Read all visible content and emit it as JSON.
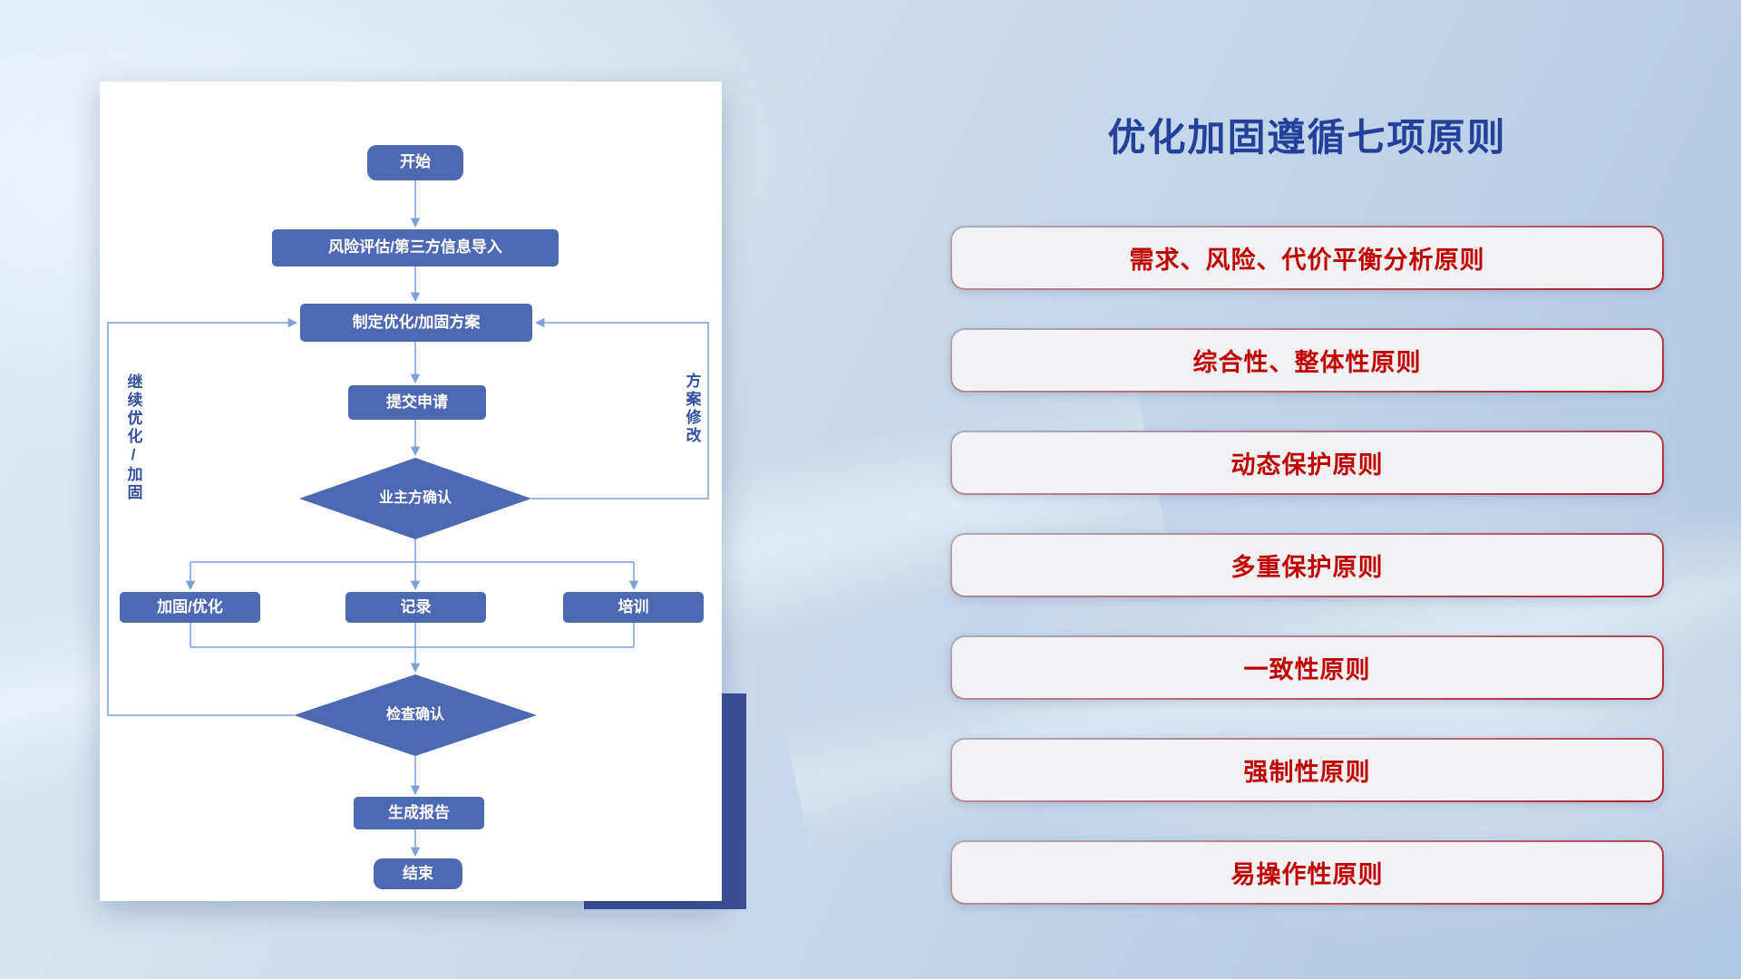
{
  "title": "优化加固遵循七项原则",
  "colors": {
    "title": "#23409a",
    "node_fill": "#4d69b1",
    "connector": "#7ca1d6",
    "loop_label": "#33519e",
    "principle_text": "#c00000",
    "accent_navy": "#3c4f97"
  },
  "flowchart": {
    "nodes": {
      "start": "开始",
      "risk_import": "风险评估/第三方信息导入",
      "make_plan": "制定优化/加固方案",
      "submit": "提交申请",
      "owner_confirm": "业主方确认",
      "reinforce": "加固/优化",
      "record": "记录",
      "training": "培训",
      "check_confirm": "检查确认",
      "report": "生成报告",
      "end": "结束"
    },
    "loop_labels": {
      "left": "继续优化/加固",
      "right": "方案修改"
    }
  },
  "principles": [
    {
      "text": "需求、风险、代价平衡分析原则"
    },
    {
      "text": "综合性、整体性原则"
    },
    {
      "text": "动态保护原则"
    },
    {
      "text": "多重保护原则"
    },
    {
      "text": "一致性原则"
    },
    {
      "text": "强制性原则"
    },
    {
      "text": "易操作性原则"
    }
  ]
}
